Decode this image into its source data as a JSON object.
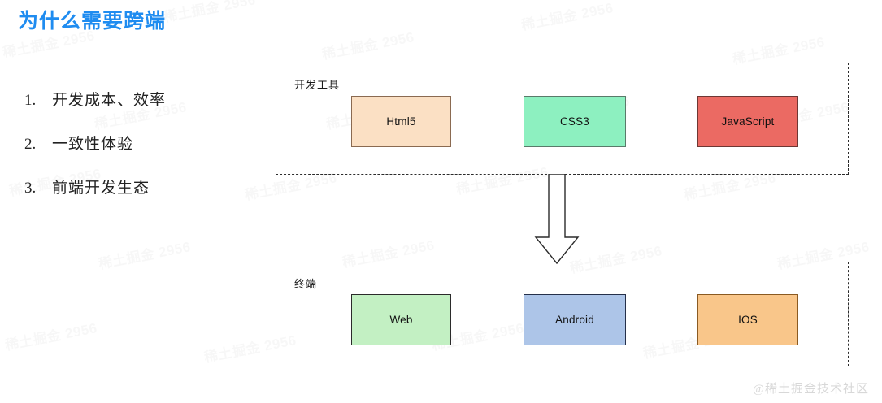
{
  "slide": {
    "title": "为什么需要跨端",
    "title_color": "#1f8cf0",
    "background": "#ffffff"
  },
  "list": {
    "items": [
      {
        "num": "1.",
        "text": "开发成本、效率"
      },
      {
        "num": "2.",
        "text": "一致性体验"
      },
      {
        "num": "3.",
        "text": "前端开发生态"
      }
    ]
  },
  "diagram": {
    "type": "block-diagram",
    "groups": [
      {
        "id": "dev-tools",
        "label": "开发工具",
        "border_style": "dashed",
        "nodes": [
          {
            "id": "html5",
            "label": "Html5",
            "fill": "#fbe0c4",
            "stroke": "#8a6a51"
          },
          {
            "id": "css3",
            "label": "CSS3",
            "fill": "#8df0c0",
            "stroke": "#5a7a6a"
          },
          {
            "id": "javascript",
            "label": "JavaScript",
            "fill": "#eb6a63",
            "stroke": "#6d3734"
          }
        ]
      },
      {
        "id": "terminals",
        "label": "终端",
        "border_style": "dashed",
        "nodes": [
          {
            "id": "web",
            "label": "Web",
            "fill": "#c3f0c3",
            "stroke": "#2b2b2b"
          },
          {
            "id": "android",
            "label": "Android",
            "fill": "#adc5e8",
            "stroke": "#25304a"
          },
          {
            "id": "ios",
            "label": "IOS",
            "fill": "#f9c68a",
            "stroke": "#8a5a22"
          }
        ]
      }
    ],
    "connector": {
      "id": "dev-to-terminal-arrow",
      "shape": "block-arrow",
      "direction": "down",
      "fill": "#ffffff",
      "stroke": "#2b2b2b"
    }
  },
  "watermarks": {
    "tile_text": "稀土掘金 2956",
    "corner_text": "@稀土掘金技术社区"
  }
}
